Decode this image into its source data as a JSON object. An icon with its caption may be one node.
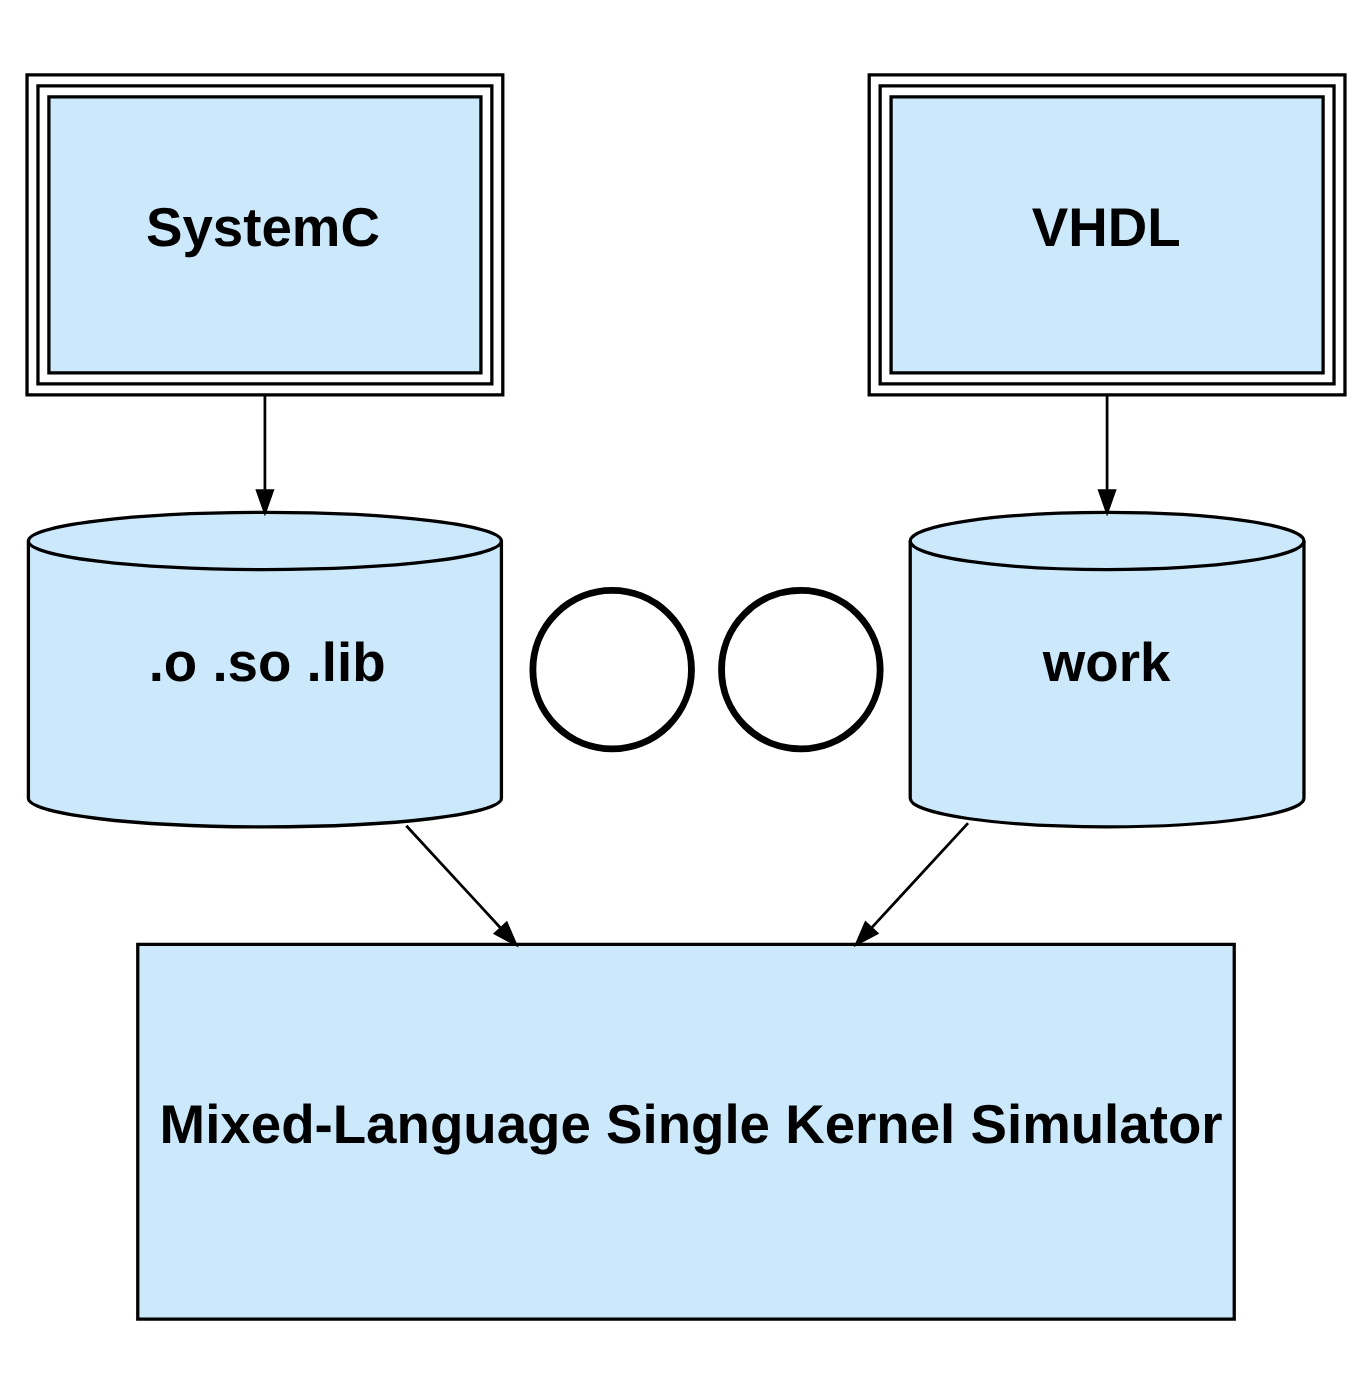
{
  "diagram": {
    "nodes": [
      {
        "text": [
          "SystemC"
        ]
      },
      {
        "text": [
          "VHDL"
        ]
      },
      {
        "text": [
          ".o .so .lib"
        ]
      },
      {
        "text": [],
        "shape": "circle"
      },
      {
        "text": [],
        "shape": "circle"
      },
      {
        "text": [
          "work"
        ]
      },
      {
        "text": [
          "Mixed-Language Single Kernel Simulator"
        ]
      }
    ],
    "edges": [
      {
        "from": 0,
        "to": 2,
        "arrow": "to"
      },
      {
        "from": 1,
        "to": 5,
        "arrow": "to"
      },
      {
        "from": 2,
        "to": 6,
        "arrow": "to"
      },
      {
        "from": 5,
        "to": 6,
        "arrow": "to"
      }
    ]
  }
}
